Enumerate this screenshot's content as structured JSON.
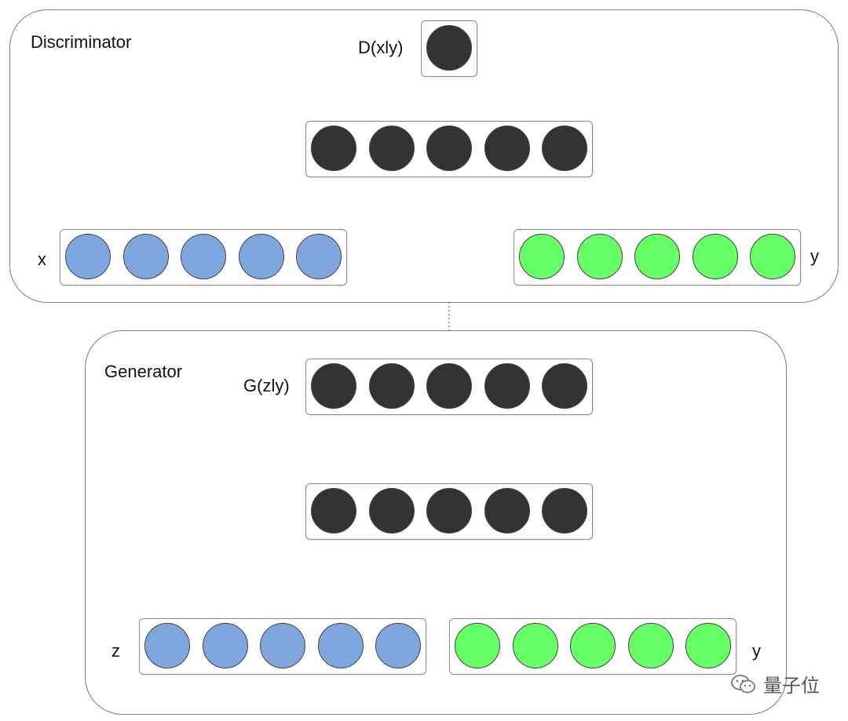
{
  "colors": {
    "hidden": "#333333",
    "x_input": "#7ea7e0",
    "y_input": "#66ff66",
    "z_input": "#7ea7e0",
    "panel_border": "#7a7a7a",
    "layer_border": "#8a8a8a",
    "edge": "#555555"
  },
  "discriminator": {
    "title": "Discriminator",
    "output_label": "D(xly)",
    "x_label": "x",
    "y_label": "y",
    "output_layer": {
      "nodes": 1,
      "color_key": "hidden"
    },
    "hidden_layer": {
      "nodes": 5,
      "color_key": "hidden"
    },
    "x_layer": {
      "nodes": 5,
      "color_key": "x_input"
    },
    "y_layer": {
      "nodes": 5,
      "color_key": "y_input"
    }
  },
  "generator": {
    "title": "Generator",
    "output_label": "G(zly)",
    "z_label": "z",
    "y_label": "y",
    "output_layer": {
      "nodes": 5,
      "color_key": "hidden"
    },
    "hidden_layer": {
      "nodes": 5,
      "color_key": "hidden"
    },
    "z_layer": {
      "nodes": 5,
      "color_key": "z_input"
    },
    "y_layer": {
      "nodes": 5,
      "color_key": "y_input"
    }
  },
  "watermark": {
    "text": "量子位",
    "icon": "wechat-logo-icon"
  }
}
